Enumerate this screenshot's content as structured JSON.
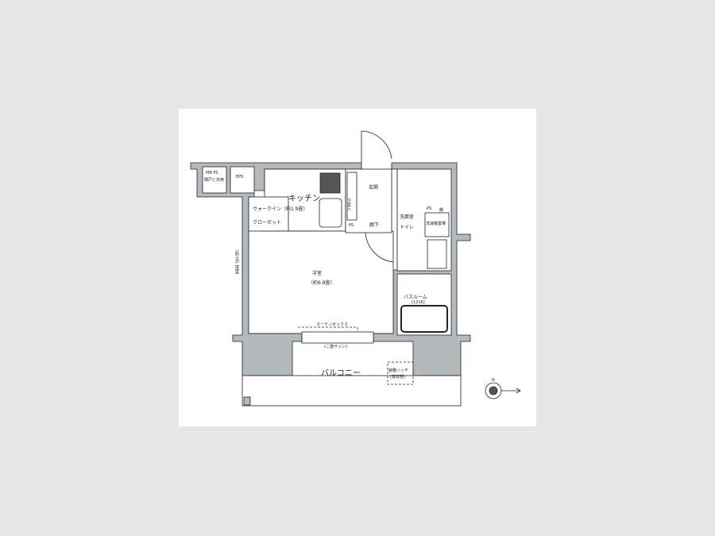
{
  "plan": {
    "mb_ps": "MB PS",
    "mb_ps_note": "隣戸と共用",
    "eps": "EPS",
    "kitchen": "キッチン",
    "walkin": "ウォークイン（約1.9畳）",
    "closet": "クローゼット",
    "entrance": "玄関",
    "shoe_storage": "下足入",
    "ps_hall": "PS",
    "hallway": "廊下",
    "washroom": "洗面室",
    "toilet": "トイレ",
    "ps_wash": "PS",
    "shelf": "棚",
    "laundry": "洗濯機置場",
    "western_room": "洋室",
    "western_room_size": "（約6.8畳）",
    "curtain_box": "カーテンボックス",
    "bathroom": "バスルーム",
    "bath_size": "[1216]",
    "double_sash": "(二重サッシ)",
    "balcony": "バルコニー",
    "hatch": "避難ハッチ",
    "hatch_note": "(専有部)",
    "fire_door": "(防火戸 境壁)",
    "north": "N"
  },
  "colors": {
    "wall": "#b4b9bb",
    "bg": "#e6e6e6",
    "paper": "#ffffff",
    "line": "#222222"
  }
}
